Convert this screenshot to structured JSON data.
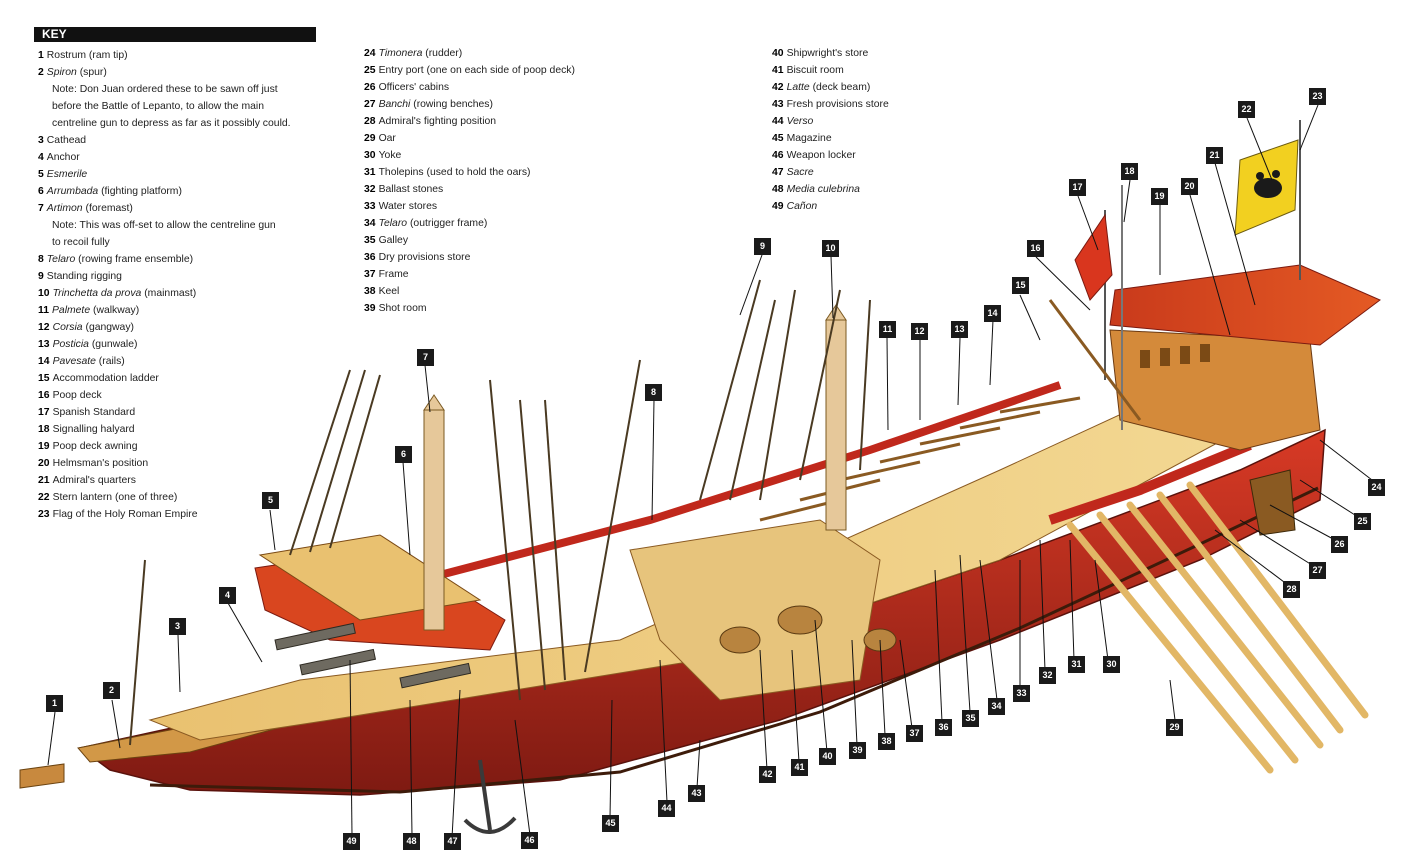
{
  "key": {
    "title": "KEY",
    "columns": [
      [
        {
          "n": "1",
          "italic": "",
          "text": "Rostrum (ram tip)"
        },
        {
          "n": "2",
          "italic": "Spiron",
          "text": " (spur)"
        },
        {
          "n": "",
          "italic": "",
          "text": "Note: Don Juan ordered these to be sawn off just",
          "note": true
        },
        {
          "n": "",
          "italic": "",
          "text": "before the Battle of Lepanto, to allow the main",
          "note": true
        },
        {
          "n": "",
          "italic": "",
          "text": "centreline gun to depress as far as it possibly could.",
          "note": true
        },
        {
          "n": "3",
          "italic": "",
          "text": "Cathead"
        },
        {
          "n": "4",
          "italic": "",
          "text": "Anchor"
        },
        {
          "n": "5",
          "italic": "Esmerile",
          "text": ""
        },
        {
          "n": "6",
          "italic": "Arrumbada",
          "text": " (fighting platform)"
        },
        {
          "n": "7",
          "italic": "Artimon",
          "text": " (foremast)"
        },
        {
          "n": "",
          "italic": "",
          "text": "Note: This was off-set to allow the centreline gun",
          "note": true
        },
        {
          "n": "",
          "italic": "",
          "text": "to recoil fully",
          "note": true
        },
        {
          "n": "8",
          "italic": "Telaro",
          "text": " (rowing frame ensemble)"
        },
        {
          "n": "9",
          "italic": "",
          "text": "Standing rigging"
        },
        {
          "n": "10",
          "italic": "Trinchetta da prova",
          "text": " (mainmast)"
        },
        {
          "n": "11",
          "italic": "Palmete",
          "text": " (walkway)"
        },
        {
          "n": "12",
          "italic": "Corsia",
          "text": " (gangway)"
        },
        {
          "n": "13",
          "italic": "Posticia",
          "text": " (gunwale)"
        },
        {
          "n": "14",
          "italic": "Pavesate",
          "text": " (rails)"
        },
        {
          "n": "15",
          "italic": "",
          "text": "Accommodation ladder"
        },
        {
          "n": "16",
          "italic": "",
          "text": "Poop deck"
        },
        {
          "n": "17",
          "italic": "",
          "text": "Spanish Standard"
        },
        {
          "n": "18",
          "italic": "",
          "text": "Signalling halyard"
        },
        {
          "n": "19",
          "italic": "",
          "text": "Poop deck awning"
        },
        {
          "n": "20",
          "italic": "",
          "text": "Helmsman's position"
        },
        {
          "n": "21",
          "italic": "",
          "text": "Admiral's quarters"
        },
        {
          "n": "22",
          "italic": "",
          "text": "Stern lantern (one of three)"
        },
        {
          "n": "23",
          "italic": "",
          "text": "Flag of the Holy Roman Empire"
        }
      ],
      [
        {
          "n": "24",
          "italic": "Timonera",
          "text": " (rudder)"
        },
        {
          "n": "25",
          "italic": "",
          "text": "Entry port (one on each side of poop deck)"
        },
        {
          "n": "26",
          "italic": "",
          "text": "Officers' cabins"
        },
        {
          "n": "27",
          "italic": "Banchi",
          "text": " (rowing benches)"
        },
        {
          "n": "28",
          "italic": "",
          "text": "Admiral's fighting position"
        },
        {
          "n": "29",
          "italic": "",
          "text": "Oar"
        },
        {
          "n": "30",
          "italic": "",
          "text": "Yoke"
        },
        {
          "n": "31",
          "italic": "",
          "text": "Tholepins (used to hold the oars)"
        },
        {
          "n": "32",
          "italic": "",
          "text": "Ballast stones"
        },
        {
          "n": "33",
          "italic": "",
          "text": "Water stores"
        },
        {
          "n": "34",
          "italic": "Telaro",
          "text": " (outrigger frame)"
        },
        {
          "n": "35",
          "italic": "",
          "text": "Galley"
        },
        {
          "n": "36",
          "italic": "",
          "text": "Dry provisions store"
        },
        {
          "n": "37",
          "italic": "",
          "text": "Frame"
        },
        {
          "n": "38",
          "italic": "",
          "text": "Keel"
        },
        {
          "n": "39",
          "italic": "",
          "text": "Shot room"
        }
      ],
      [
        {
          "n": "40",
          "italic": "",
          "text": "Shipwright's store"
        },
        {
          "n": "41",
          "italic": "",
          "text": "Biscuit room"
        },
        {
          "n": "42",
          "italic": "Latte",
          "text": " (deck beam)"
        },
        {
          "n": "43",
          "italic": "",
          "text": "Fresh provisions store"
        },
        {
          "n": "44",
          "italic": "Verso",
          "text": ""
        },
        {
          "n": "45",
          "italic": "",
          "text": "Magazine"
        },
        {
          "n": "46",
          "italic": "",
          "text": "Weapon locker"
        },
        {
          "n": "47",
          "italic": "Sacre",
          "text": ""
        },
        {
          "n": "48",
          "italic": "Media culebrina",
          "text": ""
        },
        {
          "n": "49",
          "italic": "Cañon",
          "text": ""
        }
      ]
    ]
  },
  "callouts": [
    "1",
    "2",
    "3",
    "4",
    "5",
    "6",
    "7",
    "8",
    "9",
    "10",
    "11",
    "12",
    "13",
    "14",
    "15",
    "16",
    "17",
    "18",
    "19",
    "20",
    "21",
    "22",
    "23",
    "24",
    "25",
    "26",
    "27",
    "28",
    "29",
    "30",
    "31",
    "32",
    "33",
    "34",
    "35",
    "36",
    "37",
    "38",
    "39",
    "40",
    "41",
    "42",
    "43",
    "44",
    "45",
    "46",
    "47",
    "48",
    "49"
  ],
  "colors": {
    "hull_red": "#c0281c",
    "wood": "#e2b766",
    "deck": "#f0cf82",
    "dark_wood": "#8a5a22",
    "callout": "#1a1a1a"
  }
}
